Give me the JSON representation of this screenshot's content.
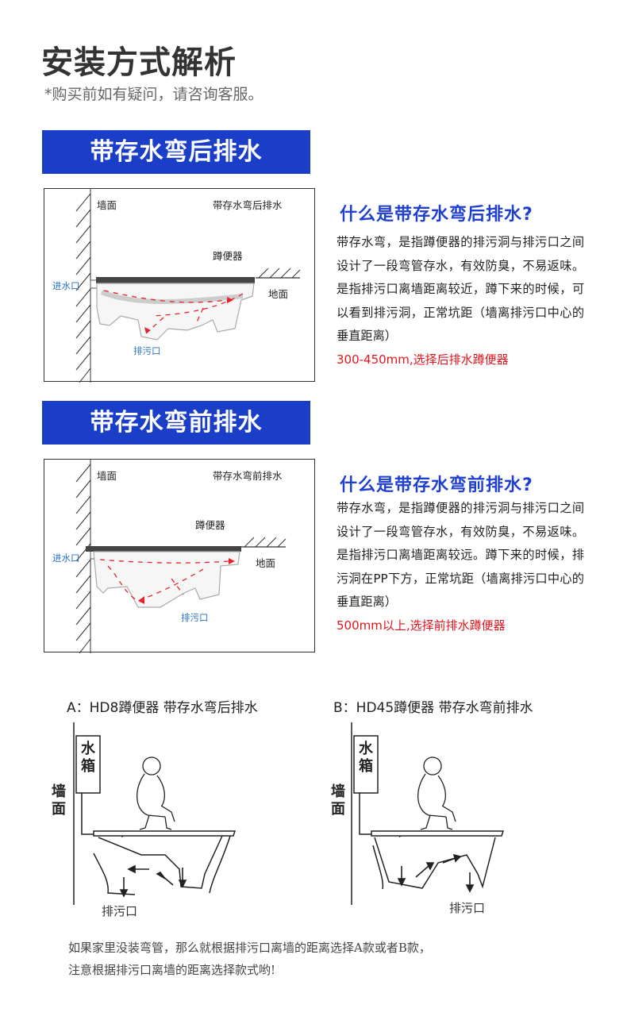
{
  "page": {
    "title": "安装方式解析",
    "subtitle": "*购买前如有疑问，请咨询客服。"
  },
  "section_rear": {
    "banner": "带存水弯后排水",
    "diagram": {
      "wall": "墙面",
      "caption": "带存水弯后排水",
      "fixture": "蹲便器",
      "floor": "地面",
      "inlet": "进水口",
      "outlet": "排污口"
    },
    "question": "什么是带存水弯后排水?",
    "description": "带存水弯，是指蹲便器的排污洞与排污口之间设计了一段弯管存水，有效防臭，不易返味。是指排污口离墙距离较近，蹲下来的时候，可以看到排污洞，正常坑距（墙离排污口中心的垂直距离）",
    "highlight": "300-450mm,选择后排水蹲便器"
  },
  "section_front": {
    "banner": "带存水弯前排水",
    "diagram": {
      "wall": "墙面",
      "caption": "带存水弯前排水",
      "fixture": "蹲便器",
      "floor": "地面",
      "inlet": "进水口",
      "outlet": "排污口"
    },
    "question": "什么是带存水弯前排水?",
    "description": "带存水弯，是指蹲便器的排污洞与排污口之间设计了一段弯管存水，有效防臭，不易返味。是指排污口离墙距离较远。蹲下来的时候，排污洞在PP下方，正常坑距（墙离排污口中心的垂直距离）",
    "highlight": "500mm以上,选择前排水蹲便器"
  },
  "comparison": {
    "a": {
      "caption": "A：HD8蹲便器 带存水弯后排水",
      "tank": "水箱",
      "wall": "墙面",
      "outlet": "排污口"
    },
    "b": {
      "caption": "B：HD45蹲便器 带存水弯前排水",
      "tank": "水箱",
      "wall": "墙面",
      "outlet": "排污口"
    }
  },
  "footer_note": {
    "line1": "如果家里没装弯管，那么就根据排污口离墙的距离选择A款或者B款，",
    "line2": "注意根据排污口离墙的距离选择款式哟!"
  },
  "colors": {
    "banner": "#1b3ec9",
    "question": "#1e3fd0",
    "highlight": "#e2141c",
    "arrow": "#e8222a"
  }
}
